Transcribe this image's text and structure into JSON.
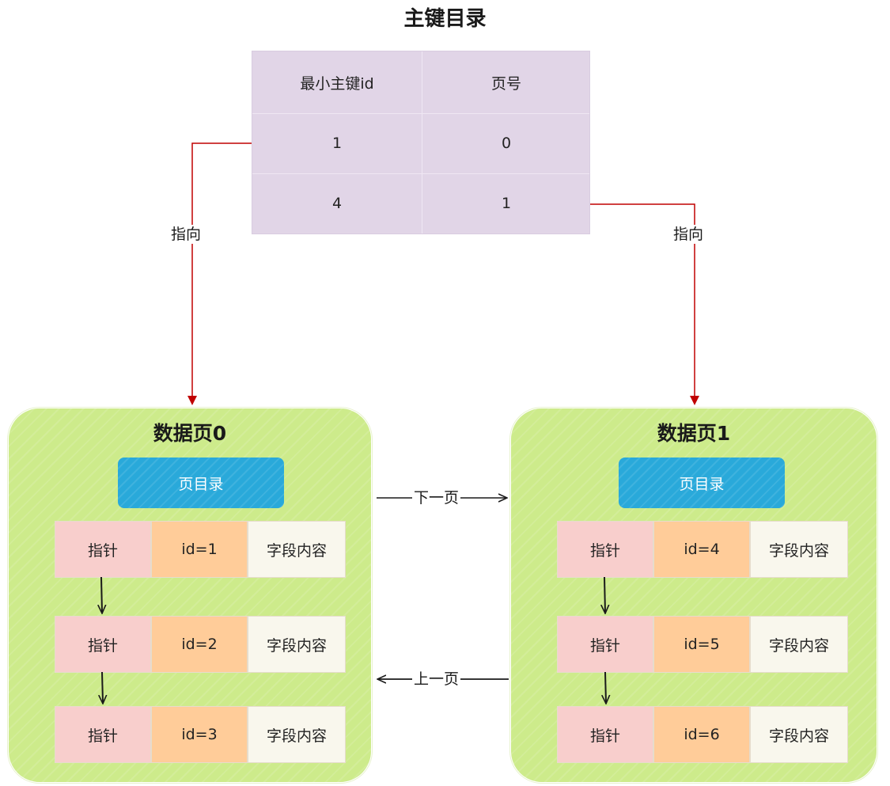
{
  "title": "主键目录",
  "directory": {
    "headers": [
      "最小主键id",
      "页号"
    ],
    "rows": [
      [
        "1",
        "0"
      ],
      [
        "4",
        "1"
      ]
    ]
  },
  "pointer_label_left": "指向",
  "pointer_label_right": "指向",
  "pages": [
    {
      "title": "数据页0",
      "directory_label": "页目录",
      "rows": [
        {
          "pointer": "指针",
          "id": "id=1",
          "content": "字段内容"
        },
        {
          "pointer": "指针",
          "id": "id=2",
          "content": "字段内容"
        },
        {
          "pointer": "指针",
          "id": "id=3",
          "content": "字段内容"
        }
      ]
    },
    {
      "title": "数据页1",
      "directory_label": "页目录",
      "rows": [
        {
          "pointer": "指针",
          "id": "id=4",
          "content": "字段内容"
        },
        {
          "pointer": "指针",
          "id": "id=5",
          "content": "字段内容"
        },
        {
          "pointer": "指针",
          "id": "id=6",
          "content": "字段内容"
        }
      ]
    }
  ],
  "next_page_label": "下一页",
  "prev_page_label": "上一页",
  "colors": {
    "directory_bg": "#e1d5e7",
    "page_bg": "#cdeb8b",
    "page_directory_bg": "#29a9da",
    "pointer_cell": "#f8cecc",
    "id_cell": "#ffcc99",
    "content_cell": "#f9f7ed",
    "pointer_arrow": "#c00000"
  }
}
